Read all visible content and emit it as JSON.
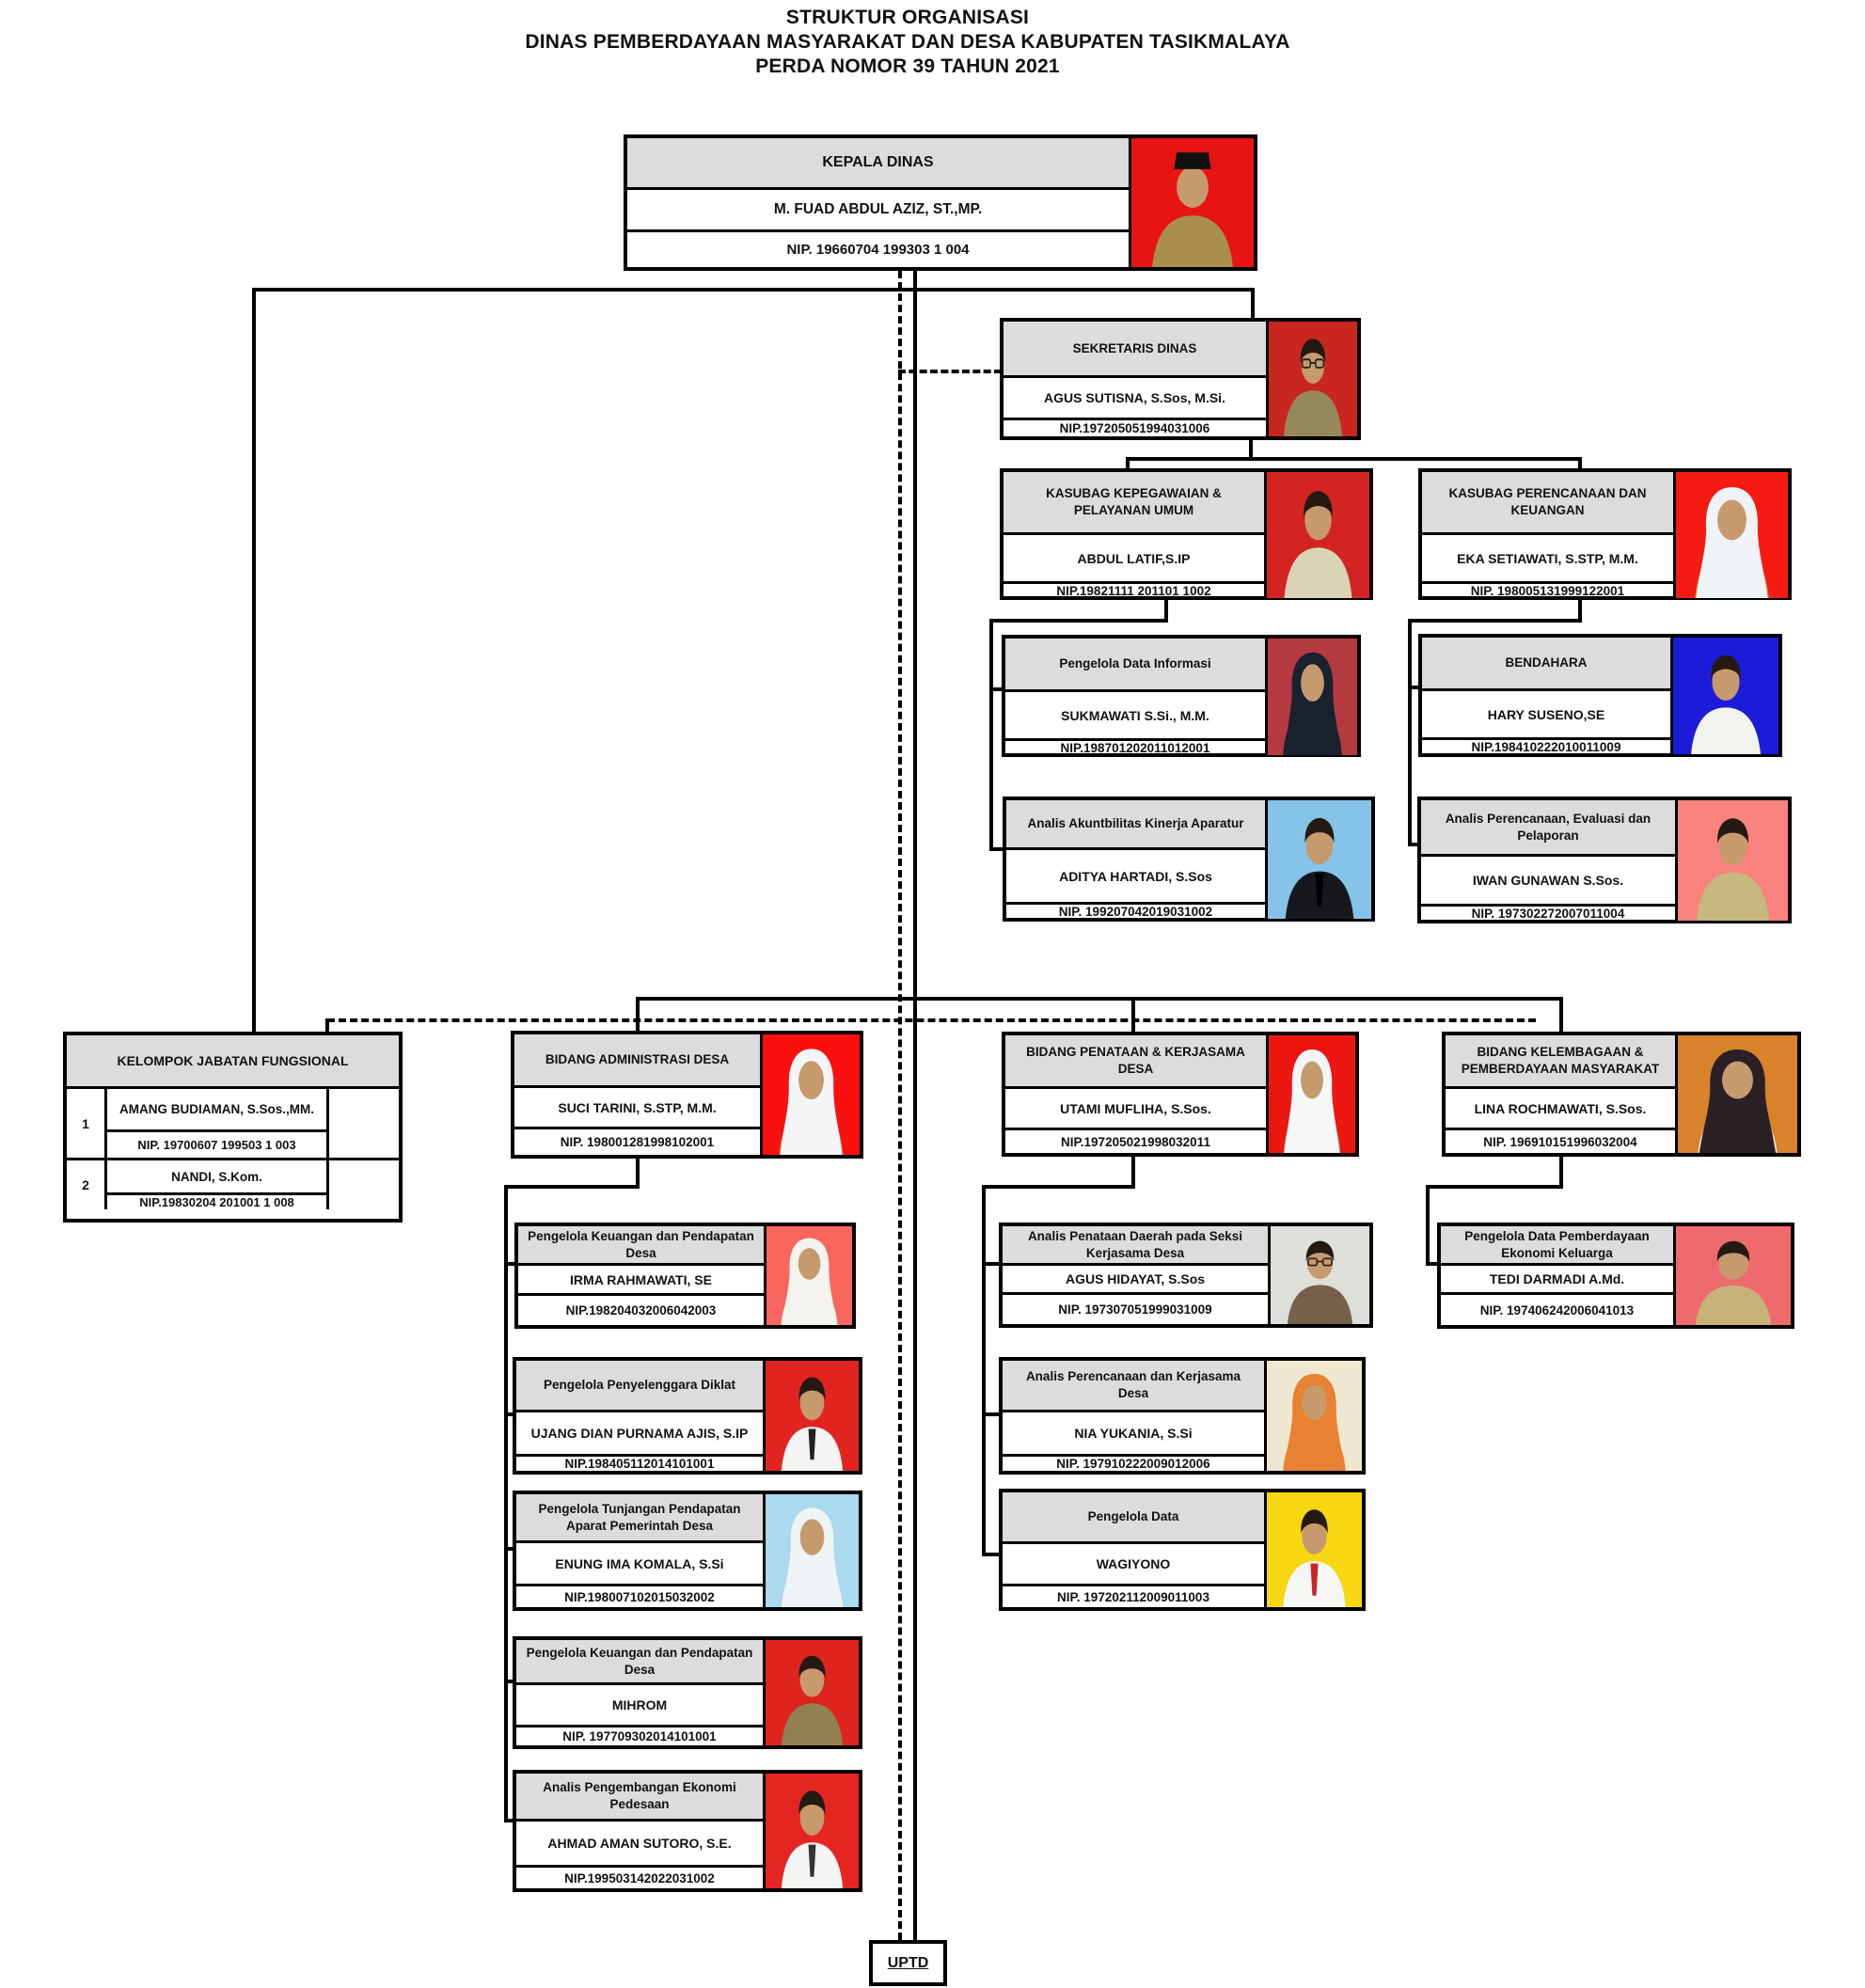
{
  "title": {
    "line1": "STRUKTUR ORGANISASI",
    "line2": "DINAS PEMBERDAYAAN MASYARAKAT DAN DESA KABUPATEN TASIKMALAYA",
    "line3": "PERDA NOMOR 39 TAHUN 2021"
  },
  "colors": {
    "box_header_bg": "#dcdcdc",
    "line": "#000000"
  },
  "nodes": [
    {
      "id": "kepala",
      "title": "KEPALA DINAS",
      "name": "M. FUAD ABDUL AZIZ, ST.,MP.",
      "nip": "NIP. 19660704 199303 1 004",
      "photo": {
        "bg": "#e81414",
        "attire": "#a98e4e",
        "head": "peci",
        "head_color": "#111111"
      }
    },
    {
      "id": "sekretaris",
      "title": "SEKRETARIS DINAS",
      "name": "AGUS SUTISNA, S.Sos, M.Si.",
      "nip": "NIP.197205051994031006",
      "photo": {
        "bg": "#c92620",
        "attire": "#97885c",
        "head": "hair",
        "glasses": true
      }
    },
    {
      "id": "kasubag_kepegawaian",
      "title": "KASUBAG KEPEGAWAIAN & PELAYANAN UMUM",
      "name": "ABDUL LATIF,S.IP",
      "nip": "NIP.19821111 201101 1002",
      "photo": {
        "bg": "#d42421",
        "attire": "#d9d4b6",
        "head": "hair"
      }
    },
    {
      "id": "kasubag_perencanaan",
      "title": "KASUBAG PERENCANAAN DAN KEUANGAN",
      "name": "EKA SETIAWATI, S.STP, M.M.",
      "nip": "NIP. 198005131999122001",
      "photo": {
        "bg": "#f61b12",
        "attire": "#b59b55",
        "head": "hijab",
        "head_color": "#f0f3f6"
      }
    },
    {
      "id": "pengelola_data_informasi",
      "title": "Pengelola Data Informasi",
      "name": "SUKMAWATI S.Si., M.M.",
      "nip": "NIP.198701202011012001",
      "photo": {
        "bg": "#b53a3f",
        "attire": "#20202a",
        "head": "hijab",
        "head_color": "#1a2230"
      }
    },
    {
      "id": "bendahara",
      "title": "BENDAHARA",
      "name": "HARY SUSENO,SE",
      "nip": "NIP.198410222010011009",
      "photo": {
        "bg": "#1c1cd8",
        "attire": "#f3f3ef",
        "head": "hair"
      }
    },
    {
      "id": "analis_akuntabilitas",
      "title": "Analis Akuntbilitas Kinerja Aparatur",
      "name": "ADITYA HARTADI, S.Sos",
      "nip": "NIP. 199207042019031002",
      "photo": {
        "bg": "#85c3e9",
        "attire": "#17171e",
        "head": "hair",
        "tie": "#000000"
      }
    },
    {
      "id": "analis_perencanaan_evaluasi",
      "title": "Analis Perencanaan, Evaluasi dan Pelaporan",
      "name": "IWAN GUNAWAN S.Sos.",
      "nip": "NIP. 197302272007011004",
      "photo": {
        "bg": "#f8827d",
        "attire": "#c6b87e",
        "head": "hair"
      }
    },
    {
      "id": "bidang_administrasi",
      "title": "BIDANG ADMINISTRASI DESA",
      "name": "SUCI TARINI, S.STP, M.M.",
      "nip": "NIP. 198001281998102001",
      "photo": {
        "bg": "#fb1010",
        "attire": "#a79454",
        "head": "hijab",
        "head_color": "#f4f5f7"
      }
    },
    {
      "id": "bidang_penataan",
      "title": "BIDANG PENATAAN & KERJASAMA DESA",
      "name": "UTAMI MUFLIHA, S.Sos.",
      "nip": "NIP.197205021998032011",
      "photo": {
        "bg": "#ee1611",
        "attire": "#ac9b61",
        "head": "hijab",
        "head_color": "#f5f6f8"
      }
    },
    {
      "id": "bidang_kelembagaan",
      "title": "BIDANG KELEMBAGAAN & PEMBERDAYAAN MASYARAKAT",
      "name": "LINA ROCHMAWATI, S.Sos.",
      "nip": "NIP. 196910151996032004",
      "photo": {
        "bg": "#d8832b",
        "attire": "#efefec",
        "head": "hijab",
        "head_color": "#2a2026"
      }
    },
    {
      "id": "pengelola_keuangan_1",
      "title": "Pengelola Keuangan dan Pendapatan Desa",
      "name": "IRMA RAHMAWATI, SE",
      "nip": "NIP.198204032006042003",
      "photo": {
        "bg": "#f9665e",
        "attire": "#f4f3ef",
        "head": "hijab",
        "head_color": "#f4f3ef"
      }
    },
    {
      "id": "pengelola_diklat",
      "title": "Pengelola Penyelenggara Diklat",
      "name": "UJANG DIAN PURNAMA AJIS, S.IP",
      "nip": "NIP.198405112014101001",
      "photo": {
        "bg": "#e22420",
        "attire": "#f4f4f2",
        "head": "hair",
        "tie": "#222222"
      }
    },
    {
      "id": "pengelola_tunjangan",
      "title": "Pengelola Tunjangan Pendapatan Aparat Pemerintah Desa",
      "name": "ENUNG IMA KOMALA, S.Si",
      "nip": "NIP.198007102015032002",
      "photo": {
        "bg": "#abd9ee",
        "attire": "#eef3f5",
        "head": "hijab",
        "head_color": "#eef3f5"
      }
    },
    {
      "id": "pengelola_keuangan_2",
      "title": "Pengelola Keuangan dan Pendapatan Desa",
      "name": "MIHROM",
      "nip": "NIP. 197709302014101001",
      "photo": {
        "bg": "#df231f",
        "attire": "#90804f",
        "head": "hair"
      }
    },
    {
      "id": "analis_ekonomi",
      "title": "Analis Pengembangan Ekonomi Pedesaan",
      "name": "AHMAD AMAN SUTORO, S.E.",
      "nip": "NIP.199503142022031002",
      "photo": {
        "bg": "#e52521",
        "attire": "#f5f5f3",
        "head": "hair",
        "tie": "#333333"
      }
    },
    {
      "id": "analis_penataan_daerah",
      "title": "Analis Penataan Daerah pada Seksi Kerjasama Desa",
      "name": "AGUS HIDAYAT, S.Sos",
      "nip": "NIP. 197307051999031009",
      "photo": {
        "bg": "#dfdfda",
        "attire": "#75604a",
        "head": "hair",
        "glasses": true
      }
    },
    {
      "id": "analis_perencanaan_kerjasama",
      "title": "Analis Perencanaan dan Kerjasama Desa",
      "name": "NIA YUKANIA, S.Si",
      "nip": "NIP. 197910222009012006",
      "photo": {
        "bg": "#efe7cf",
        "attire": "#e78233",
        "head": "hijab",
        "head_color": "#e78233"
      }
    },
    {
      "id": "pengelola_data",
      "title": "Pengelola Data",
      "name": "WAGIYONO",
      "nip": "NIP. 197202112009011003",
      "photo": {
        "bg": "#f6d711",
        "attire": "#f6f6f4",
        "head": "hair",
        "tie": "#cc2222"
      }
    },
    {
      "id": "pengelola_data_pemberdayaan",
      "title": "Pengelola Data Pemberdayaan Ekonomi Keluarga",
      "name": "TEDI DARMADI A.Md.",
      "nip": "NIP. 197406242006041013",
      "photo": {
        "bg": "#ef6a6d",
        "attire": "#c9b278",
        "head": "hair"
      }
    }
  ],
  "functional_group": {
    "title": "KELOMPOK JABATAN FUNGSIONAL",
    "members": [
      {
        "no": "1",
        "name": "AMANG BUDIAMAN, S.Sos.,MM.",
        "nip": "NIP. 19700607 199503 1 003"
      },
      {
        "no": "2",
        "name": "NANDI, S.Kom.",
        "nip": "NIP.19830204 201001 1 008"
      }
    ]
  },
  "uptd_label": "UPTD"
}
